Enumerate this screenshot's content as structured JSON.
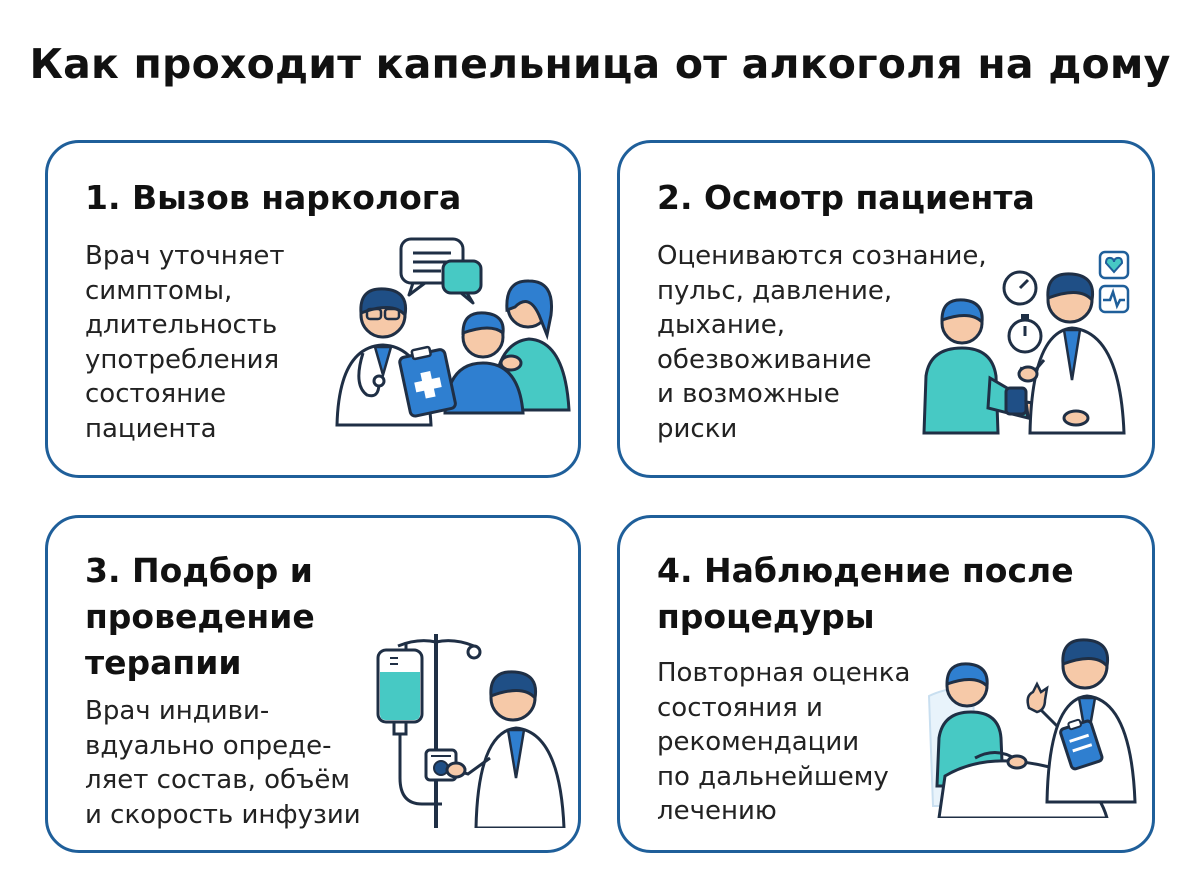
{
  "title": "Как проходит капельница от алкоголя на дому",
  "colors": {
    "card_border": "#1f5f9a",
    "accent_blue": "#2f7fd0",
    "accent_teal": "#47c9c4",
    "skin": "#f6c9a8",
    "hair": "#1f4f86"
  },
  "steps": [
    {
      "title": "1. Вызов нарколога",
      "text": "Врач уточняет\nсимптомы,\nдлительность\nупотребления\nсостояние\nпациента",
      "illustration": "doctor-consultation-icon"
    },
    {
      "title": "2. Осмотр пациента",
      "text": "Оцениваются сознание,\nпульс, давление,\nдыхание,\nобезвоживание\nи возможные\nриски",
      "illustration": "patient-examination-icon"
    },
    {
      "title": "3. Подбор и проведение терапии",
      "text": "Врач индиви-\nвдуально опреде-\nляет состав, объём\nи скорость инфузии",
      "illustration": "iv-drip-icon"
    },
    {
      "title": "4. Наблюдение после процедуры",
      "text": "Повторная оценка\nсостояния и\nрекомендации\nпо дальнейшему\nлечению",
      "illustration": "patient-monitoring-icon"
    }
  ]
}
